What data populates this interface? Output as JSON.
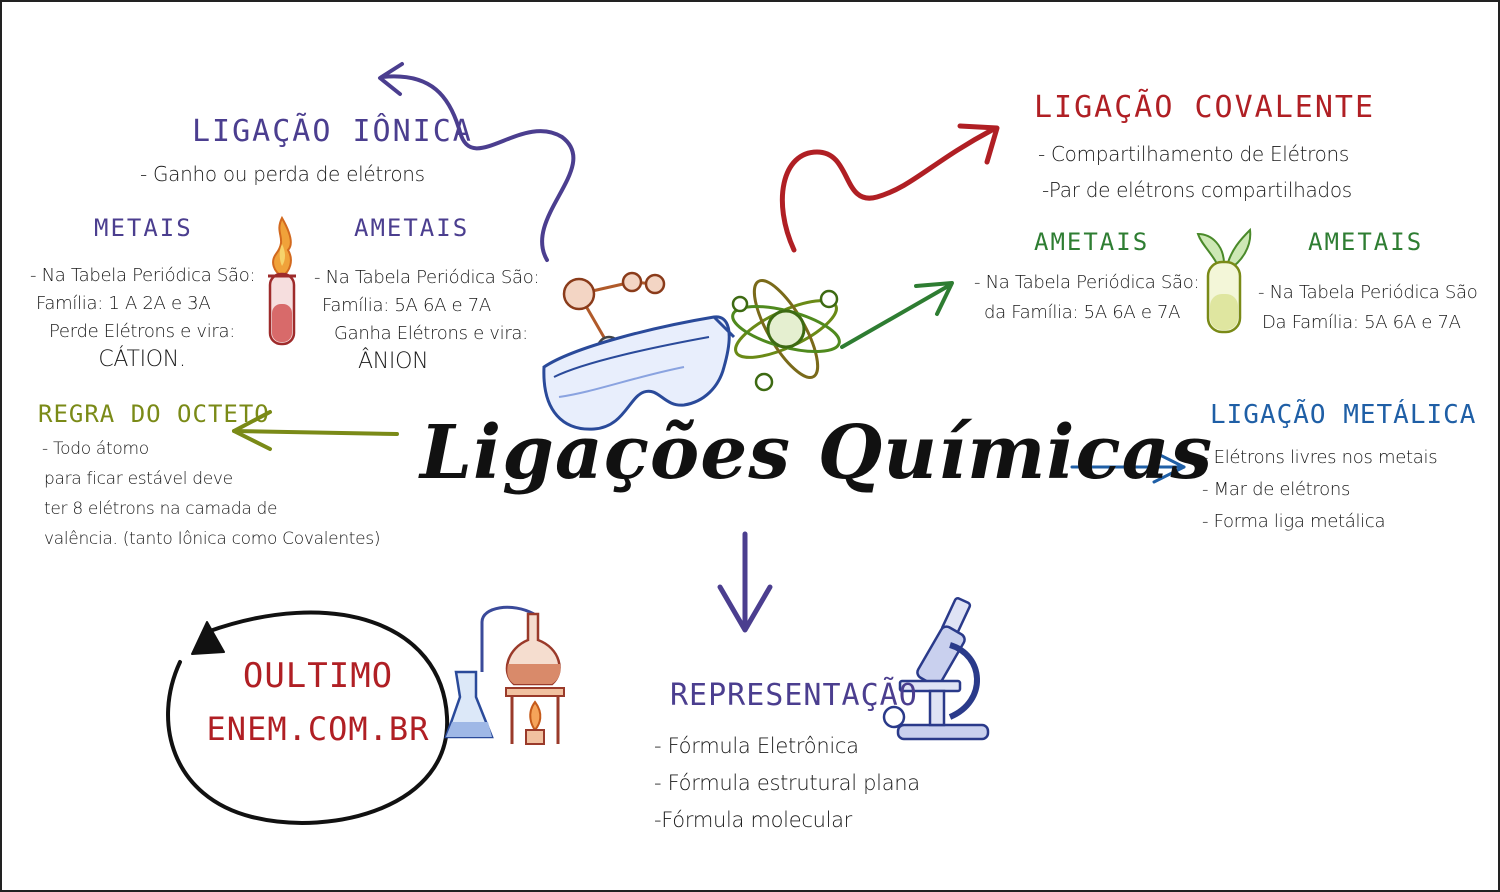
{
  "title": "Ligações Químicas",
  "colors": {
    "ionica": "#4b3e8f",
    "covalente": "#b01f24",
    "ametais_cov": "#2e7d32",
    "octeto": "#7a8a17",
    "metalica": "#1f5fa6",
    "representacao": "#4b3e8f",
    "brand": "#b01f24",
    "ink": "#1a1a1a"
  },
  "ionica": {
    "heading": "LIGAÇÃO IÔNICA",
    "subtitle": "-  Ganho ou perda de elétrons",
    "metais": {
      "heading": "METAIS",
      "lines": [
        "- Na Tabela Periódica São:",
        "Família: 1 A 2A e 3A",
        "Perde Elétrons e vira:",
        "CÁTION."
      ]
    },
    "ametais": {
      "heading": "AMETAIS",
      "lines": [
        "- Na Tabela Periódica São:",
        "Família: 5A 6A e 7A",
        "Ganha Elétrons e vira:",
        "ÂNION"
      ]
    }
  },
  "covalente": {
    "heading": "LIGAÇÃO COVALENTE",
    "lines": [
      "-  Compartilhamento de Elétrons",
      "-Par de elétrons compartilhados"
    ],
    "ametais_left": {
      "heading": "AMETAIS",
      "lines": [
        "- Na Tabela Periódica São:",
        "da Família:  5A 6A e 7A"
      ]
    },
    "ametais_right": {
      "heading": "AMETAIS",
      "lines": [
        "- Na Tabela Periódica São",
        "Da Família: 5A 6A e 7A"
      ]
    }
  },
  "octeto": {
    "heading": "REGRA DO OCTETO",
    "lines": [
      "- Todo átomo",
      "para ficar estável deve",
      "ter 8 elétrons na camada de",
      "valência. (tanto Iônica como Covalentes)"
    ]
  },
  "metalica": {
    "heading": "LIGAÇÃO METÁLICA",
    "lines": [
      "- Elétrons livres nos metais",
      "- Mar de elétrons",
      "- Forma liga metálica"
    ]
  },
  "representacao": {
    "heading": "REPRESENTAÇÃO",
    "lines": [
      "-  Fórmula Eletrônica",
      "- Fórmula estrutural plana",
      "-Fórmula molecular"
    ]
  },
  "brand": {
    "line1": "OULTIMO",
    "line2": "ENEM.COM.BR"
  },
  "icons": [
    "test-tube-fire-icon",
    "molecule-icon",
    "safety-goggles-icon",
    "atom-icon",
    "plant-test-tube-icon",
    "lab-flasks-icon",
    "microscope-icon"
  ]
}
